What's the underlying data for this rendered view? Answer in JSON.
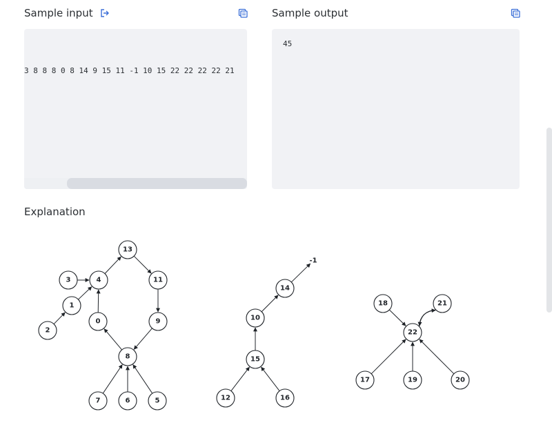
{
  "sample_input": {
    "title": "Sample input",
    "open_icon": "open-external-icon",
    "copy_icon": "copy-icon",
    "content": "3 8 8 8 0 8 14 9 15 11 -1 10 15 22 22 22 22 21"
  },
  "sample_output": {
    "title": "Sample output",
    "copy_icon": "copy-icon",
    "content": "45"
  },
  "explanation": {
    "title": "Explanation"
  },
  "graph": {
    "nodes": [
      {
        "id": "0"
      },
      {
        "id": "1"
      },
      {
        "id": "2"
      },
      {
        "id": "3"
      },
      {
        "id": "4"
      },
      {
        "id": "5"
      },
      {
        "id": "6"
      },
      {
        "id": "7"
      },
      {
        "id": "8"
      },
      {
        "id": "9"
      },
      {
        "id": "10"
      },
      {
        "id": "11"
      },
      {
        "id": "12"
      },
      {
        "id": "13"
      },
      {
        "id": "14"
      },
      {
        "id": "15"
      },
      {
        "id": "16"
      },
      {
        "id": "17"
      },
      {
        "id": "18"
      },
      {
        "id": "19"
      },
      {
        "id": "20"
      },
      {
        "id": "21"
      },
      {
        "id": "22"
      }
    ],
    "edges": [
      [
        "0",
        "4"
      ],
      [
        "1",
        "4"
      ],
      [
        "2",
        "1"
      ],
      [
        "3",
        "4"
      ],
      [
        "4",
        "13"
      ],
      [
        "13",
        "11"
      ],
      [
        "11",
        "9"
      ],
      [
        "9",
        "8"
      ],
      [
        "8",
        "0"
      ],
      [
        "5",
        "8"
      ],
      [
        "6",
        "8"
      ],
      [
        "7",
        "8"
      ],
      [
        "12",
        "15"
      ],
      [
        "16",
        "15"
      ],
      [
        "15",
        "10"
      ],
      [
        "10",
        "14"
      ],
      [
        "14",
        "-1"
      ],
      [
        "17",
        "22"
      ],
      [
        "18",
        "22"
      ],
      [
        "19",
        "22"
      ],
      [
        "20",
        "22"
      ],
      [
        "22",
        "21"
      ],
      [
        "21",
        "22"
      ]
    ],
    "free_label": "-1"
  }
}
